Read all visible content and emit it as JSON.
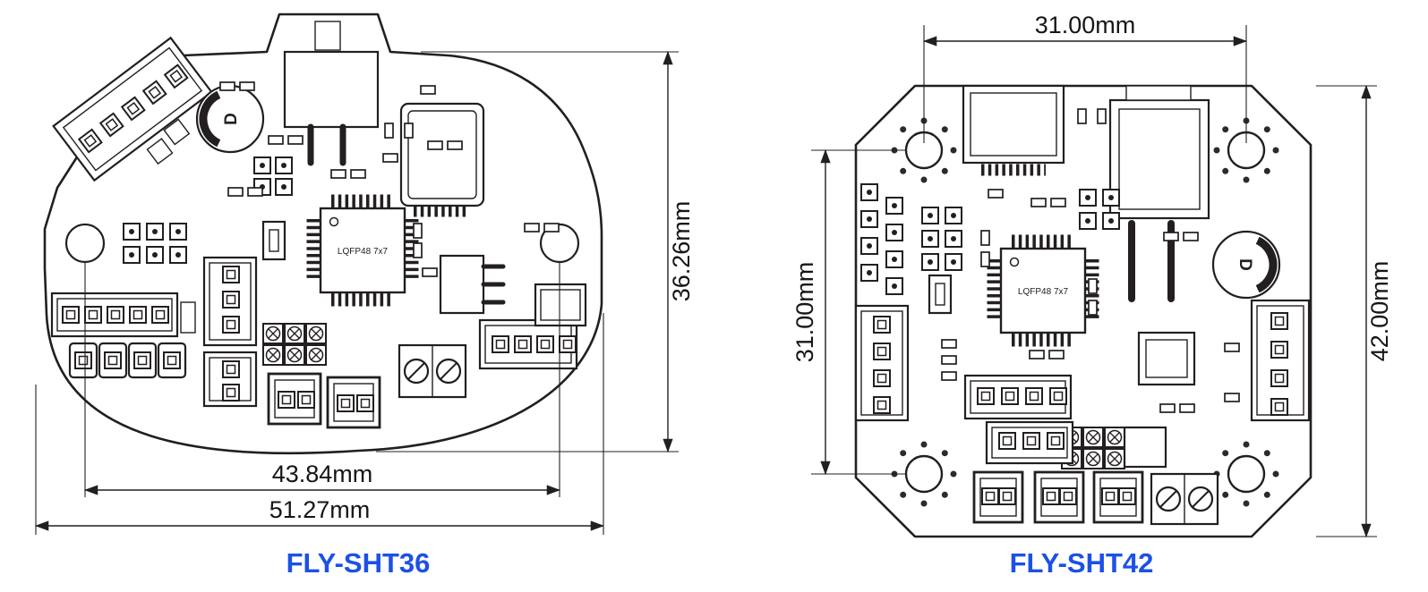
{
  "drawing": {
    "boards": [
      {
        "name": "FLY-SHT36",
        "chip_marking": "LQFP48 7x7",
        "cap_marking": "D",
        "dimensions": {
          "overall_height": "36.26mm",
          "mounting_hole_span": "43.84mm",
          "overall_width": "51.27mm"
        }
      },
      {
        "name": "FLY-SHT42",
        "chip_marking": "LQFP48 7x7",
        "cap_marking": "D",
        "dimensions": {
          "top_hole_span": "31.00mm",
          "left_hole_span": "31.00mm",
          "overall_height": "42.00mm"
        }
      }
    ],
    "colors": {
      "board_label": "#1b51e5",
      "line": "#231f20",
      "background": "#ffffff"
    }
  }
}
